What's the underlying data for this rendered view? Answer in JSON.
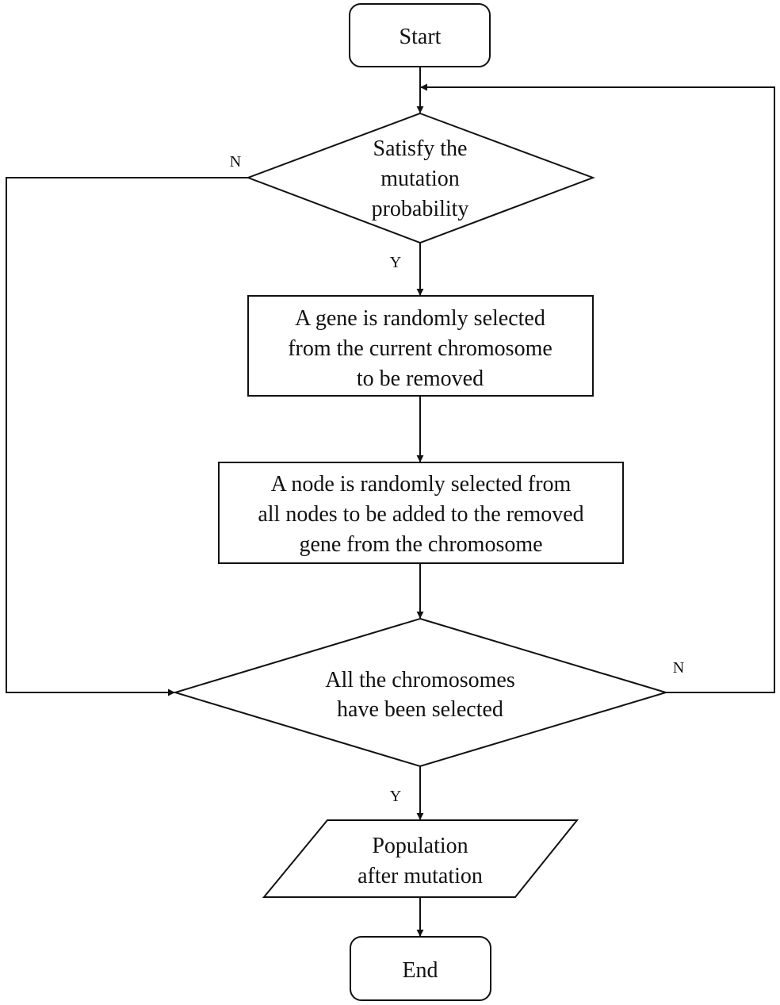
{
  "diagram": {
    "nodes": {
      "start": {
        "label": "Start"
      },
      "decision_mutation": {
        "lines": [
          "Satisfy the",
          "mutation",
          "probability"
        ]
      },
      "process_remove": {
        "lines": [
          "A gene is randomly selected",
          "from the current chromosome",
          "to be removed"
        ]
      },
      "process_add": {
        "lines": [
          "A node is randomly selected from",
          "all nodes to be added to the removed",
          "gene from the chromosome"
        ]
      },
      "decision_all": {
        "lines": [
          "All the chromosomes",
          "have been selected"
        ]
      },
      "output_population": {
        "lines": [
          "Population",
          "after mutation"
        ]
      },
      "end": {
        "label": "End"
      }
    },
    "edge_labels": {
      "mutation_no": "N",
      "mutation_yes": "Y",
      "all_no": "N",
      "all_yes": "Y"
    }
  }
}
